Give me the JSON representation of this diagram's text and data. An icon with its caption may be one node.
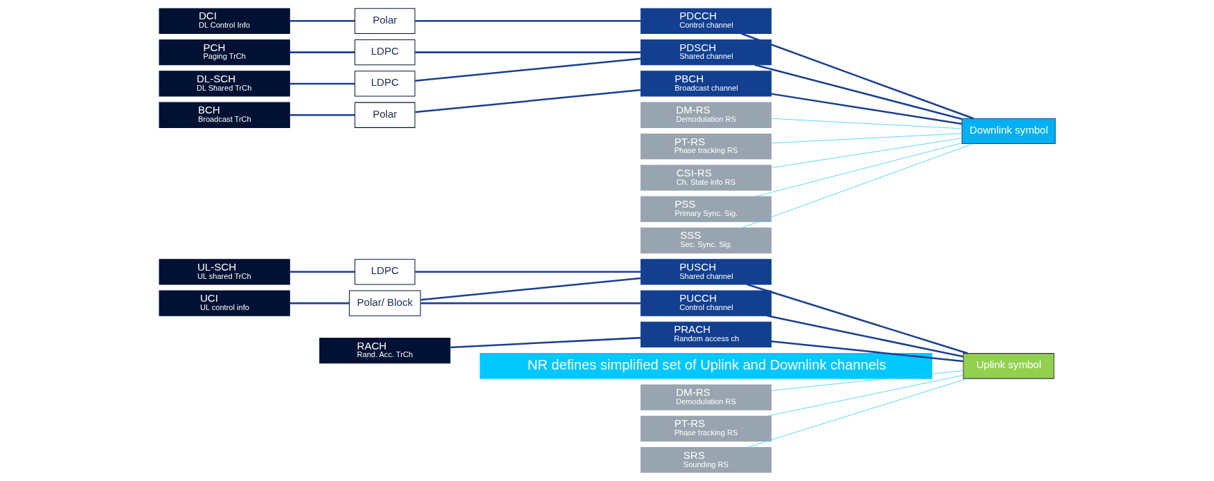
{
  "diagram": {
    "nodes": [
      {
        "text": [
          "UL-SCH",
          "UL shared TrCh"
        ]
      },
      {
        "text": [
          "UCI",
          "UL control info"
        ]
      },
      {
        "text": [
          "RACH",
          "Rand. Acc. TrCh"
        ]
      },
      {
        "text": [
          "LDPC"
        ]
      },
      {
        "text": [
          "Polar/ Block"
        ]
      },
      {
        "text": [
          "PUSCH",
          "Shared channel"
        ]
      },
      {
        "text": [
          "PUCCH",
          "Control channel"
        ]
      },
      {
        "text": [
          "PRACH",
          "Random access ch"
        ]
      },
      {
        "text": [
          "DM-RS",
          "Demodulation RS"
        ]
      },
      {
        "text": [
          "PT-RS",
          "Phase tracking RS"
        ]
      },
      {
        "text": [
          "SRS",
          "Sounding RS"
        ]
      },
      {
        "text": [
          "Uplink symbol"
        ]
      },
      {
        "text": [
          "DL-SCH",
          "DL Shared TrCh"
        ]
      },
      {
        "text": [
          "PCH",
          "Paging TrCh"
        ]
      },
      {
        "text": [
          "DCI",
          "DL Control Info"
        ]
      },
      {
        "text": [
          "BCH",
          "Broadcast TrCh"
        ]
      },
      {
        "text": [
          "LDPC"
        ]
      },
      {
        "text": [
          "LDPC"
        ]
      },
      {
        "text": [
          "Polar"
        ]
      },
      {
        "text": [
          "Polar"
        ]
      },
      {
        "text": [
          "PDSCH",
          "Shared channel"
        ]
      },
      {
        "text": [
          "PDCCH",
          "Control channel"
        ]
      },
      {
        "text": [
          "PBCH",
          "Broadcast channel"
        ]
      },
      {
        "text": [
          "DM-RS",
          "Demodulation RS"
        ]
      },
      {
        "text": [
          "PT-RS",
          "Phase tracking RS"
        ]
      },
      {
        "text": [
          "CSI-RS",
          "Ch. State info RS"
        ]
      },
      {
        "text": [
          "PSS",
          "Primary Sync. Sig."
        ]
      },
      {
        "text": [
          "SSS",
          "Sec. Sync. Sig."
        ]
      },
      {
        "text": [
          "Downlink symbol"
        ]
      },
      {
        "text": [
          "NR defines simplified set of Uplink and Downlink channels"
        ]
      }
    ],
    "edges": [
      {
        "from": 0,
        "to": 3,
        "arrow": "none"
      },
      {
        "from": 3,
        "to": 5,
        "arrow": "none"
      },
      {
        "from": 1,
        "to": 4,
        "arrow": "none"
      },
      {
        "from": 4,
        "to": 5,
        "arrow": "none"
      },
      {
        "from": 4,
        "to": 6,
        "arrow": "none"
      },
      {
        "from": 2,
        "to": 7,
        "arrow": "none"
      },
      {
        "from": 5,
        "to": 11,
        "arrow": "none"
      },
      {
        "from": 6,
        "to": 11,
        "arrow": "none"
      },
      {
        "from": 7,
        "to": 11,
        "arrow": "none"
      },
      {
        "from": 8,
        "to": 11,
        "arrow": "none",
        "color": "#33ccff"
      },
      {
        "from": 9,
        "to": 11,
        "arrow": "none",
        "color": "#33ccff"
      },
      {
        "from": 10,
        "to": 11,
        "arrow": "none",
        "color": "#33ccff"
      },
      {
        "from": 12,
        "to": 16,
        "arrow": "none"
      },
      {
        "from": 16,
        "to": 20,
        "arrow": "none"
      },
      {
        "from": 13,
        "to": 17,
        "arrow": "none"
      },
      {
        "from": 17,
        "to": 20,
        "arrow": "none"
      },
      {
        "from": 14,
        "to": 18,
        "arrow": "none"
      },
      {
        "from": 18,
        "to": 21,
        "arrow": "none"
      },
      {
        "from": 15,
        "to": 19,
        "arrow": "none"
      },
      {
        "from": 19,
        "to": 22,
        "arrow": "none"
      },
      {
        "from": 20,
        "to": 28,
        "arrow": "none"
      },
      {
        "from": 21,
        "to": 28,
        "arrow": "none"
      },
      {
        "from": 22,
        "to": 28,
        "arrow": "none"
      },
      {
        "from": 23,
        "to": 28,
        "arrow": "none",
        "color": "#33ccff"
      },
      {
        "from": 24,
        "to": 28,
        "arrow": "none",
        "color": "#33ccff"
      },
      {
        "from": 25,
        "to": 28,
        "arrow": "none",
        "color": "#33ccff"
      },
      {
        "from": 26,
        "to": 28,
        "arrow": "none",
        "color": "#33ccff"
      },
      {
        "from": 27,
        "to": 28,
        "arrow": "none",
        "color": "#33ccff"
      }
    ]
  }
}
